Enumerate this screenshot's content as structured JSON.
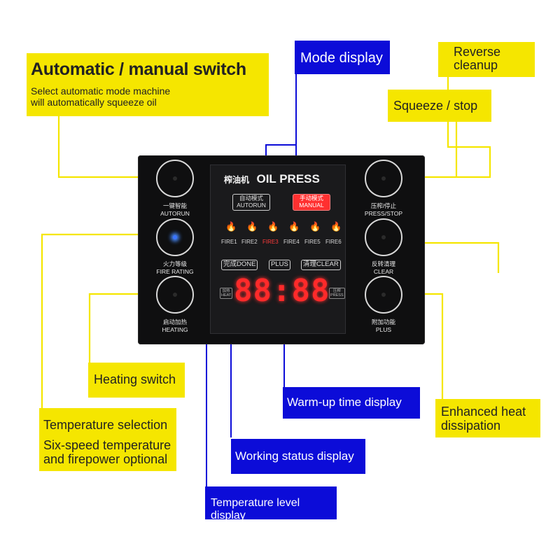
{
  "callouts": {
    "auto_manual": {
      "title": "Automatic / manual switch",
      "desc_line1": "Select automatic mode machine",
      "desc_line2": "will automatically squeeze oil"
    },
    "mode_display": "Mode display",
    "reverse_cleanup": {
      "line1": "Reverse",
      "line2": "cleanup"
    },
    "squeeze_stop": "Squeeze / stop",
    "heating_switch": "Heating switch",
    "temperature_selection": {
      "title": "Temperature selection",
      "desc_line1": "Six-speed temperature",
      "desc_line2": "and firepower optional"
    },
    "warmup_time": "Warm-up time display",
    "enhanced_heat": {
      "line1": "Enhanced heat",
      "line2": "dissipation"
    },
    "working_status": "Working status display",
    "temperature_level": "Temperature level display"
  },
  "panel": {
    "left_buttons": [
      {
        "cn": "一键智能",
        "en": "AUTORUN"
      },
      {
        "cn": "火力等级",
        "en": "FIRE RATING"
      },
      {
        "cn": "启动加热",
        "en": "HEATING"
      }
    ],
    "right_buttons": [
      {
        "cn": "压榨/停止",
        "en": "PRESS/STOP"
      },
      {
        "cn": "反转清理",
        "en": "CLEAR"
      },
      {
        "cn": "附加功能",
        "en": "PLUS"
      }
    ],
    "screen": {
      "title_cn": "榨油机",
      "title_en": "OIL PRESS",
      "auto_cn": "自动模式",
      "auto_en": "AUTORUN",
      "manual_cn": "手动模式",
      "manual_en": "MANUAL",
      "fires": [
        "FIRE1",
        "FIRE2",
        "FIRE3",
        "FIRE4",
        "FIRE5",
        "FIRE6"
      ],
      "done": "完成DONE",
      "plus": "PLUS",
      "clear": "清理CLEAR",
      "digits": "88:88",
      "left_tag_cn": "加热",
      "left_tag_en": "HEAT",
      "right_tag_cn": "压榨",
      "right_tag_en": "PRESS"
    }
  },
  "colors": {
    "yellow": "#f5e600",
    "blue": "#0c0cd8",
    "red_display": "#ff2a2a",
    "panel": "#0f0f10"
  }
}
